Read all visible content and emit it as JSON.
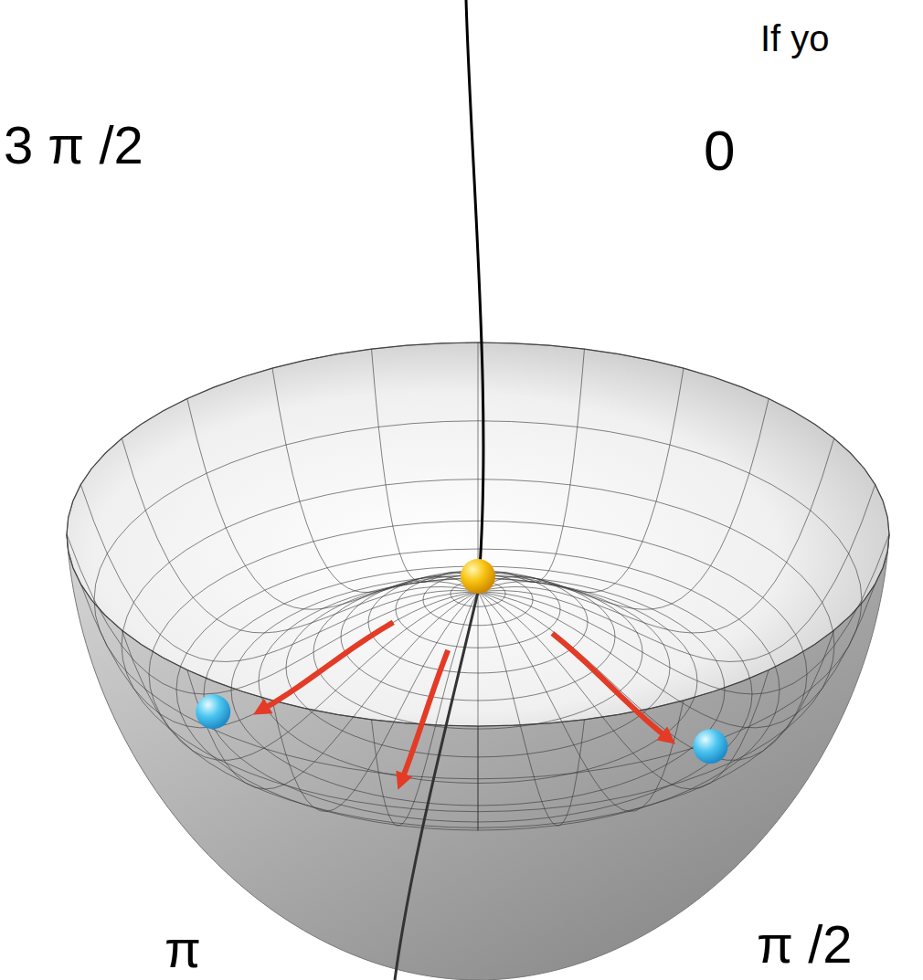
{
  "diagram": {
    "labels": [
      "If yo",
      "0",
      "3 π /2",
      "π",
      "π /2"
    ]
  }
}
